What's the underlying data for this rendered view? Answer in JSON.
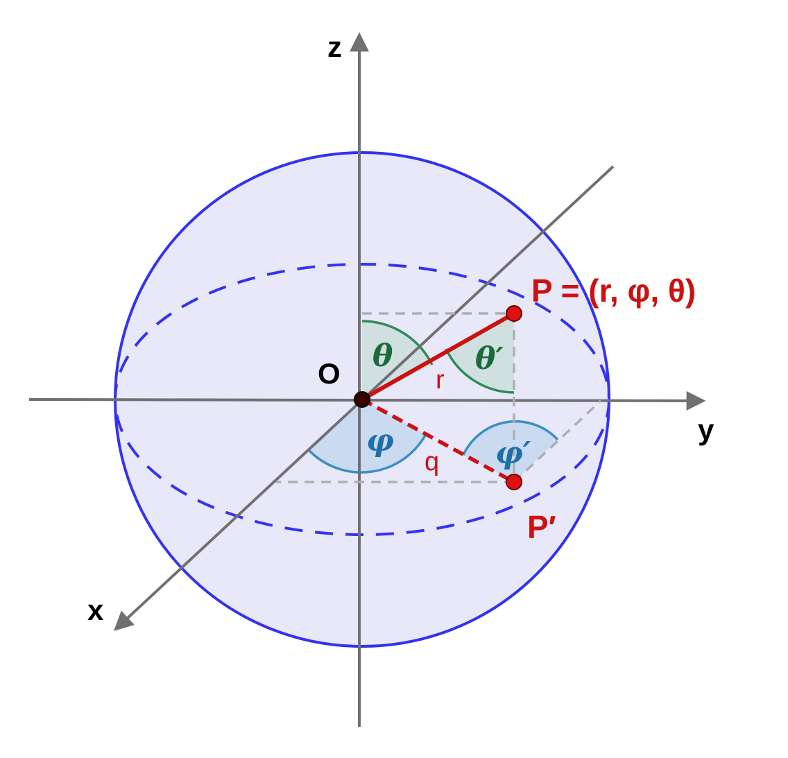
{
  "diagram": {
    "axes": {
      "x": "x",
      "y": "y",
      "z": "z"
    },
    "origin_label": "O",
    "point_p_label": "P = (r, φ, θ)",
    "point_p_prime_label": "P′",
    "segment_r_label": "r",
    "segment_q_label": "q",
    "angle_theta": "θ",
    "angle_theta_prime": "θ′",
    "angle_phi": "φ",
    "angle_phi_prime": "φ′"
  },
  "colors": {
    "axis": "#707070",
    "sphere_outline": "#3333ee",
    "sphere_fill": "#e6e6f8",
    "equator": "#3333ee",
    "point": "#cc1111",
    "segment": "#cc1111",
    "theta_arc": "#2e8b57",
    "theta_text": "#1a6b3a",
    "phi_arc": "#3a8fc0",
    "phi_text": "#1f6fa8",
    "guide": "#b0b0b0",
    "label": "#000000"
  }
}
